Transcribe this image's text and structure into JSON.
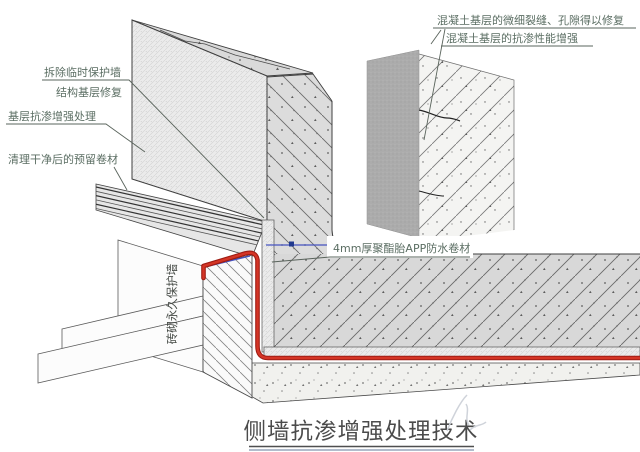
{
  "figure": {
    "title": "侧墙抗渗增强处理技术",
    "callouts": {
      "remove_wall_line1": "拆除临时保护墙",
      "remove_wall_line2": "结构基层修复",
      "base_treatment": "基层抗渗增强处理",
      "reserved_membrane": "清理干净后的预留卷材",
      "crack_repair_line1": "混凝土基层的微细裂缝、孔隙得以修复",
      "crack_repair_line2": "混凝土基层的抗渗性能增强",
      "waterproof_membrane": "4mm厚聚酯胎APP防水卷材",
      "brick_wall": "砖砌永久保护墙"
    },
    "colors": {
      "membrane_red": "#c0281c",
      "reference_blue": "#4553c0",
      "label_green": "#5b6e63",
      "title_gray": "#4b4b4b",
      "concrete_gray": "#dcdcdc"
    }
  }
}
